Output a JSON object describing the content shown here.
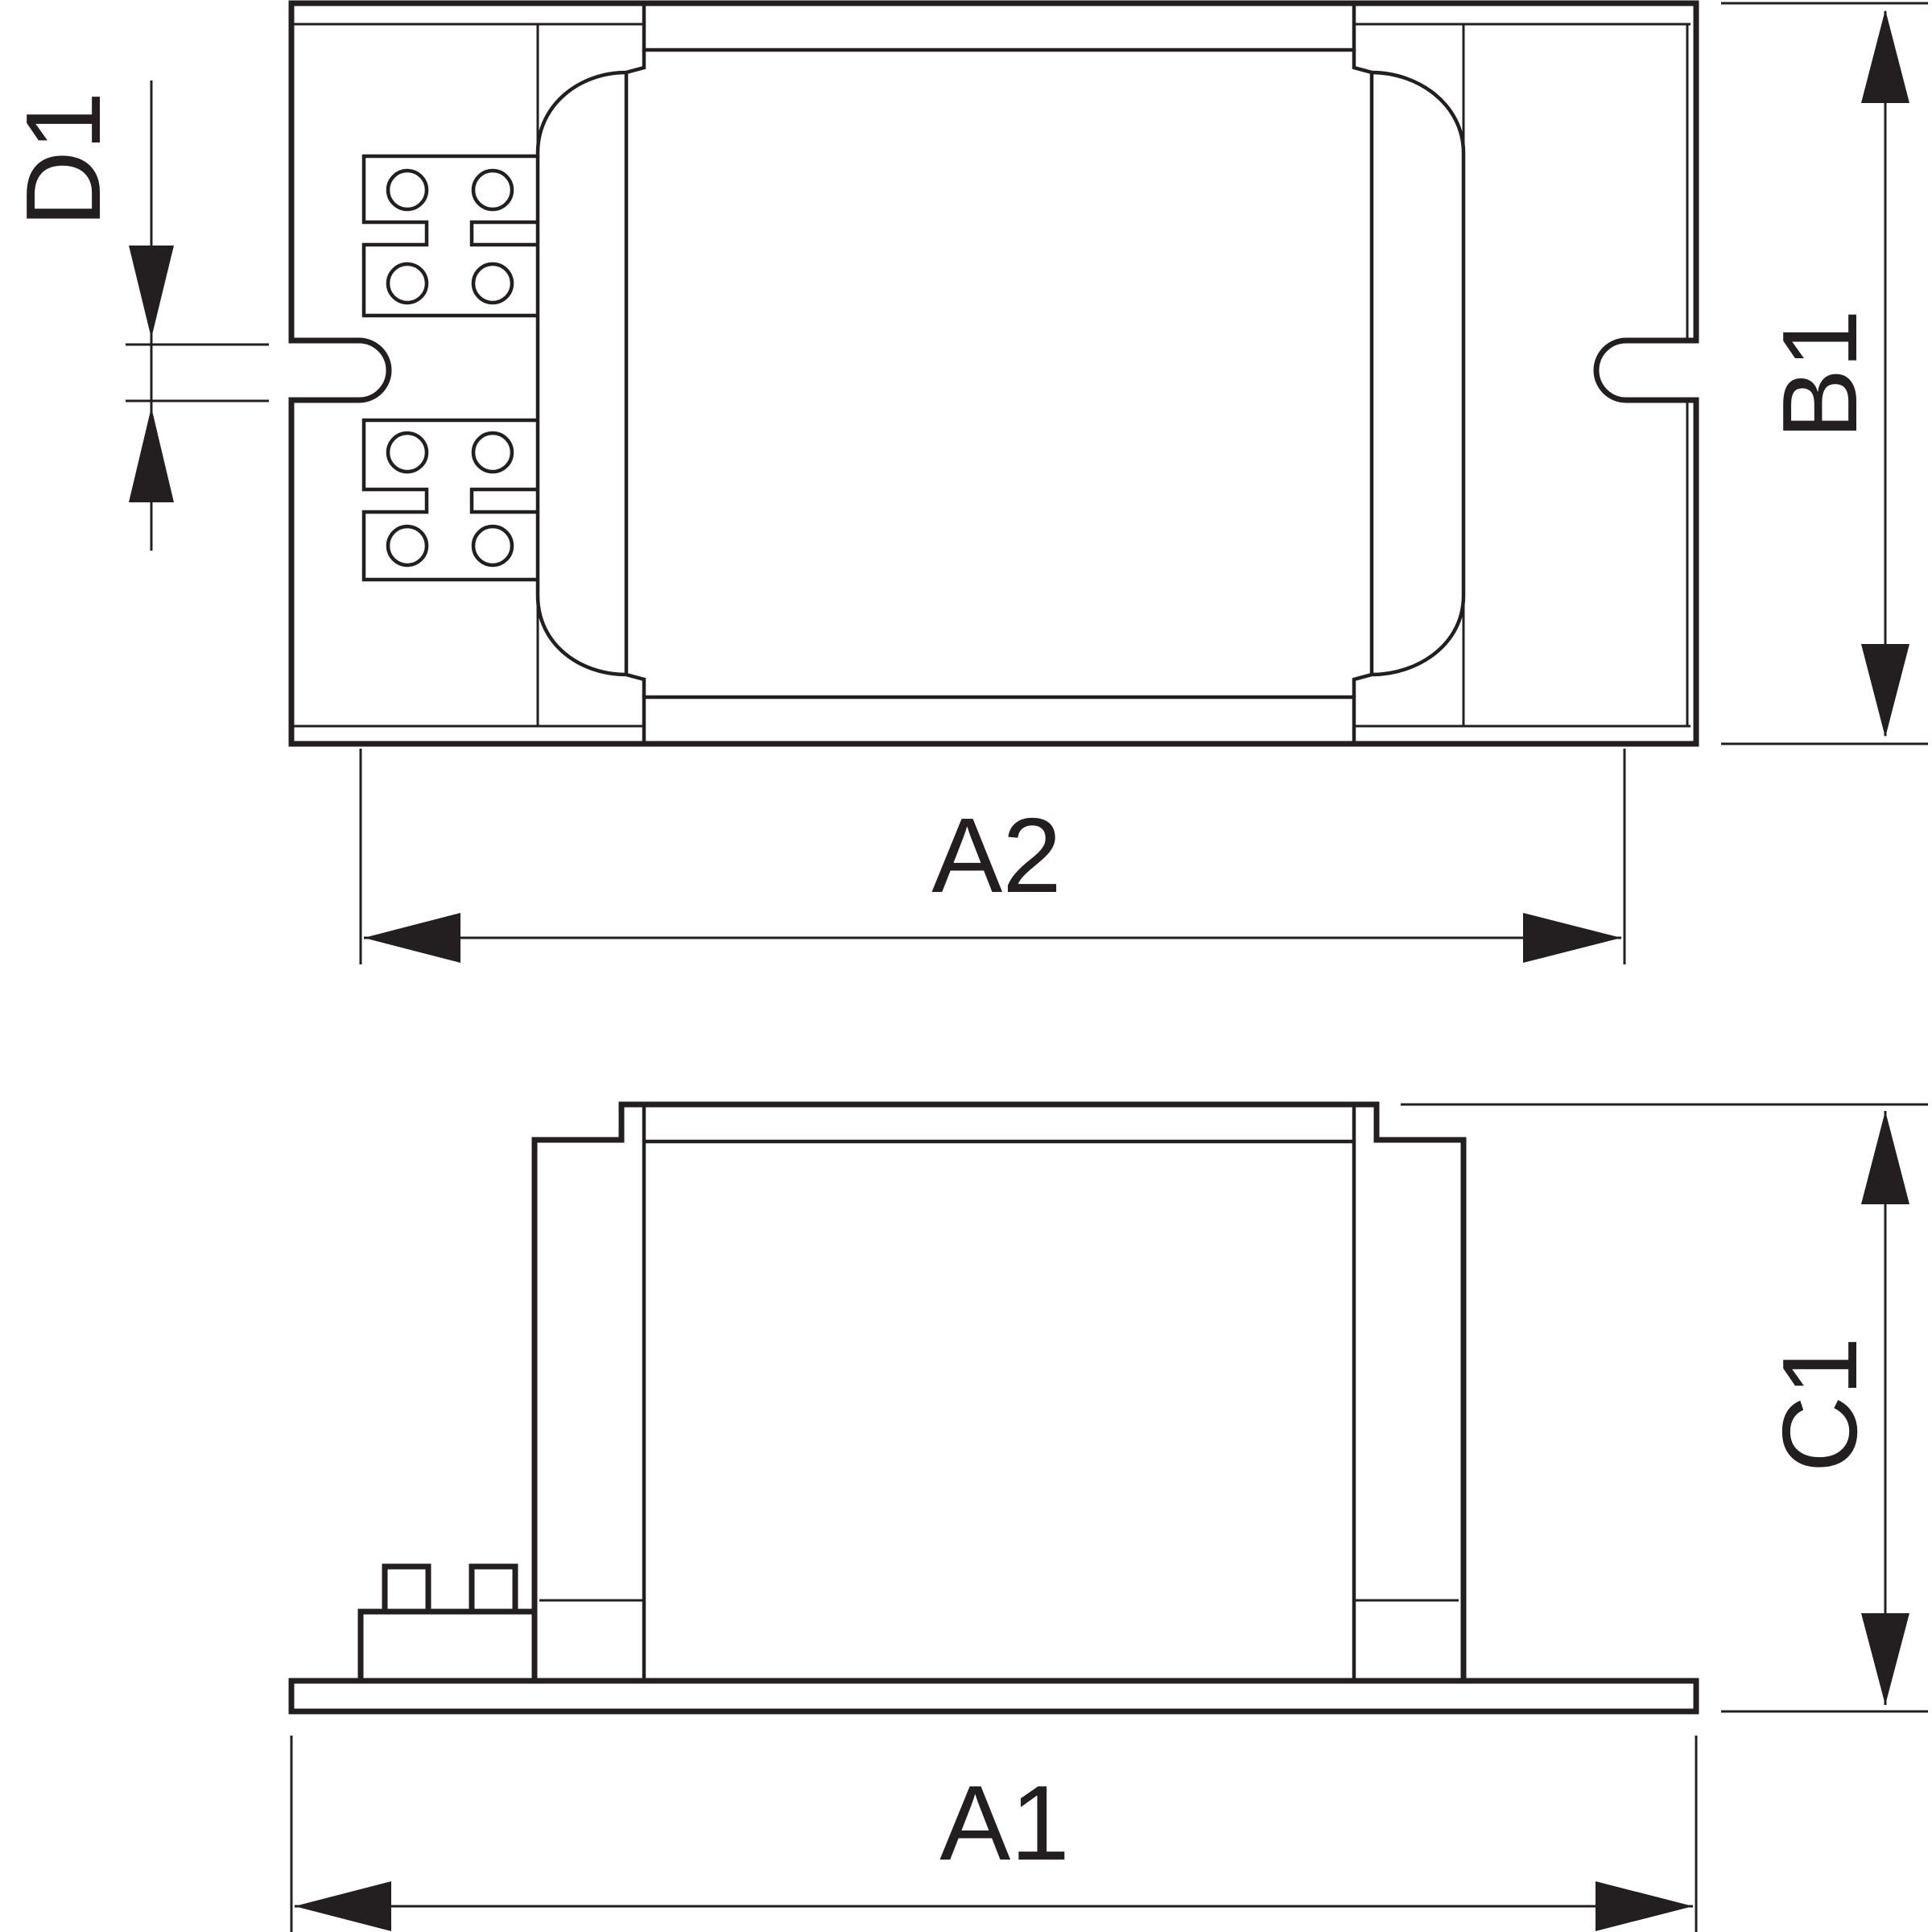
{
  "labels": {
    "d1": "D1",
    "b1": "B1",
    "a2": "A2",
    "c1": "C1",
    "a1": "A1"
  },
  "colors": {
    "line": "#231f20",
    "background": "#ffffff"
  }
}
